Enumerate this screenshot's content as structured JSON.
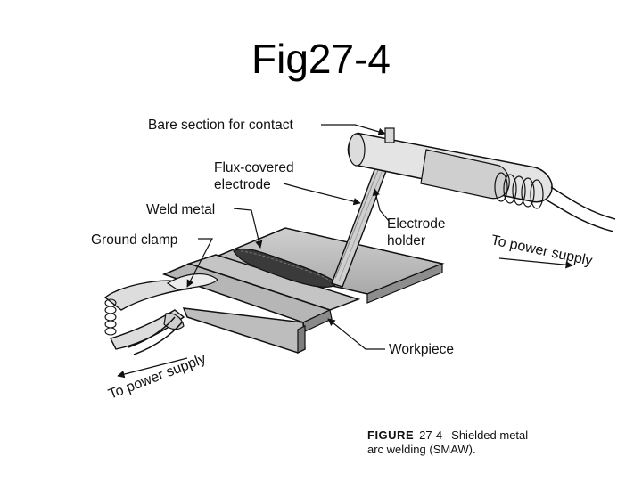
{
  "slide": {
    "title": "Fig27-4"
  },
  "diagram": {
    "labels": {
      "bare_section": "Bare section for contact",
      "flux_covered_1": "Flux-covered",
      "flux_covered_2": "electrode",
      "weld_metal": "Weld metal",
      "ground_clamp": "Ground clamp",
      "electrode_holder_1": "Electrode",
      "electrode_holder_2": "holder",
      "to_power_supply_right": "To power supply",
      "to_power_supply_left": "To power supply",
      "workpiece": "Workpiece"
    }
  },
  "caption": {
    "figure_word": "FIGURE",
    "figure_number": "27-4",
    "line1": "Shielded metal",
    "line2": "arc welding (SMAW)."
  }
}
